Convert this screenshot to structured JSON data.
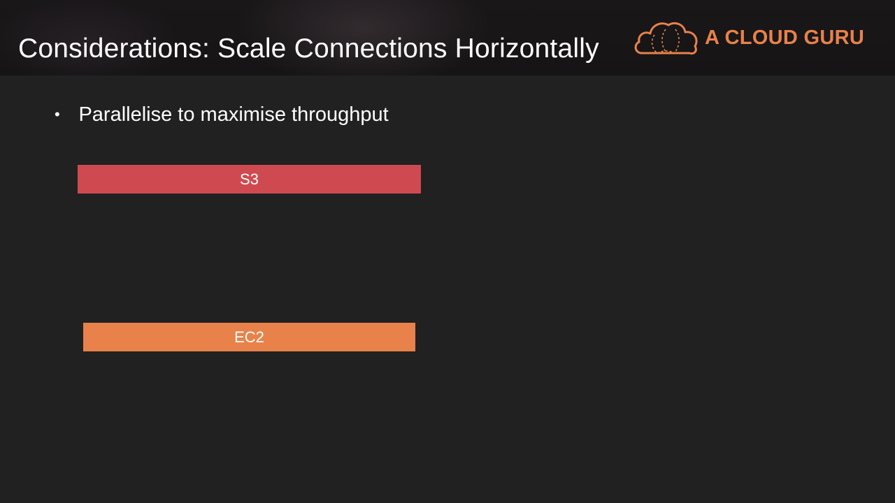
{
  "slide": {
    "title": "Considerations: Scale Connections Horizontally",
    "bullets": [
      {
        "marker": "•",
        "text": "Parallelise to maximise throughput"
      }
    ]
  },
  "logo": {
    "icon": "cloud-icon",
    "text": "A CLOUD GURU",
    "color": "#e8824a"
  },
  "diagram": {
    "boxes": [
      {
        "label": "S3",
        "color": "#cf4a50"
      },
      {
        "label": "EC2",
        "color": "#e8824a"
      }
    ]
  },
  "colors": {
    "background": "#212121",
    "header": "#171516",
    "text": "#ffffff"
  }
}
